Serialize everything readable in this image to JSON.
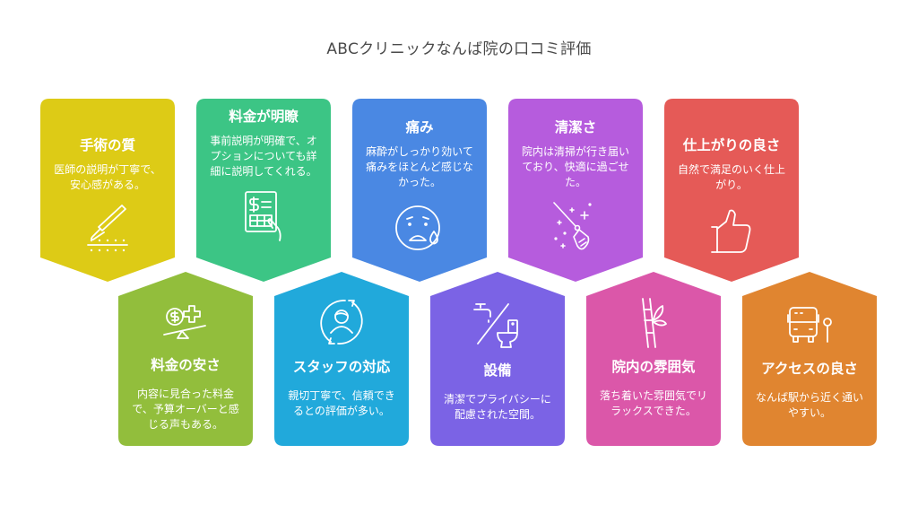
{
  "title": "ABCクリニックなんば院の口コミ評価",
  "top_cards": [
    {
      "heading": "手術の質",
      "desc": "医師の説明が丁寧で、安心感がある。",
      "icon": "scalpel-icon",
      "color": "#DDCB16"
    },
    {
      "heading": "料金が明瞭",
      "desc": "事前説明が明確で、オプションについても詳細に説明してくれる。",
      "icon": "invoice-icon",
      "color": "#3CC585"
    },
    {
      "heading": "痛み",
      "desc": "麻酔がしっかり効いて痛みをほとんど感じなかった。",
      "icon": "sweat-face-icon",
      "color": "#4A88E3"
    },
    {
      "heading": "清潔さ",
      "desc": "院内は清掃が行き届いており、快適に過ごせた。",
      "icon": "broom-sparkle-icon",
      "color": "#B65CDD"
    },
    {
      "heading": "仕上がりの良さ",
      "desc": "自然で満足のいく仕上がり。",
      "icon": "thumbs-up-icon",
      "color": "#E55A57"
    }
  ],
  "bottom_cards": [
    {
      "heading": "料金の安さ",
      "desc": "内容に見合った料金で、予算オーバーと感じる声もある。",
      "icon": "price-balance-icon",
      "color": "#92BE3C"
    },
    {
      "heading": "スタッフの対応",
      "desc": "親切丁寧で、信頼できるとの評価が多い。",
      "icon": "staff-cycle-icon",
      "color": "#21A9DB"
    },
    {
      "heading": "設備",
      "desc": "清潔でプライバシーに配慮された空間。",
      "icon": "faucet-toilet-icon",
      "color": "#7B63E5"
    },
    {
      "heading": "院内の雰囲気",
      "desc": "落ち着いた雰囲気でリラックスできた。",
      "icon": "bamboo-icon",
      "color": "#DB57A9"
    },
    {
      "heading": "アクセスの良さ",
      "desc": "なんば駅から近く通いやすい。",
      "icon": "bus-stop-icon",
      "color": "#E08530"
    }
  ]
}
